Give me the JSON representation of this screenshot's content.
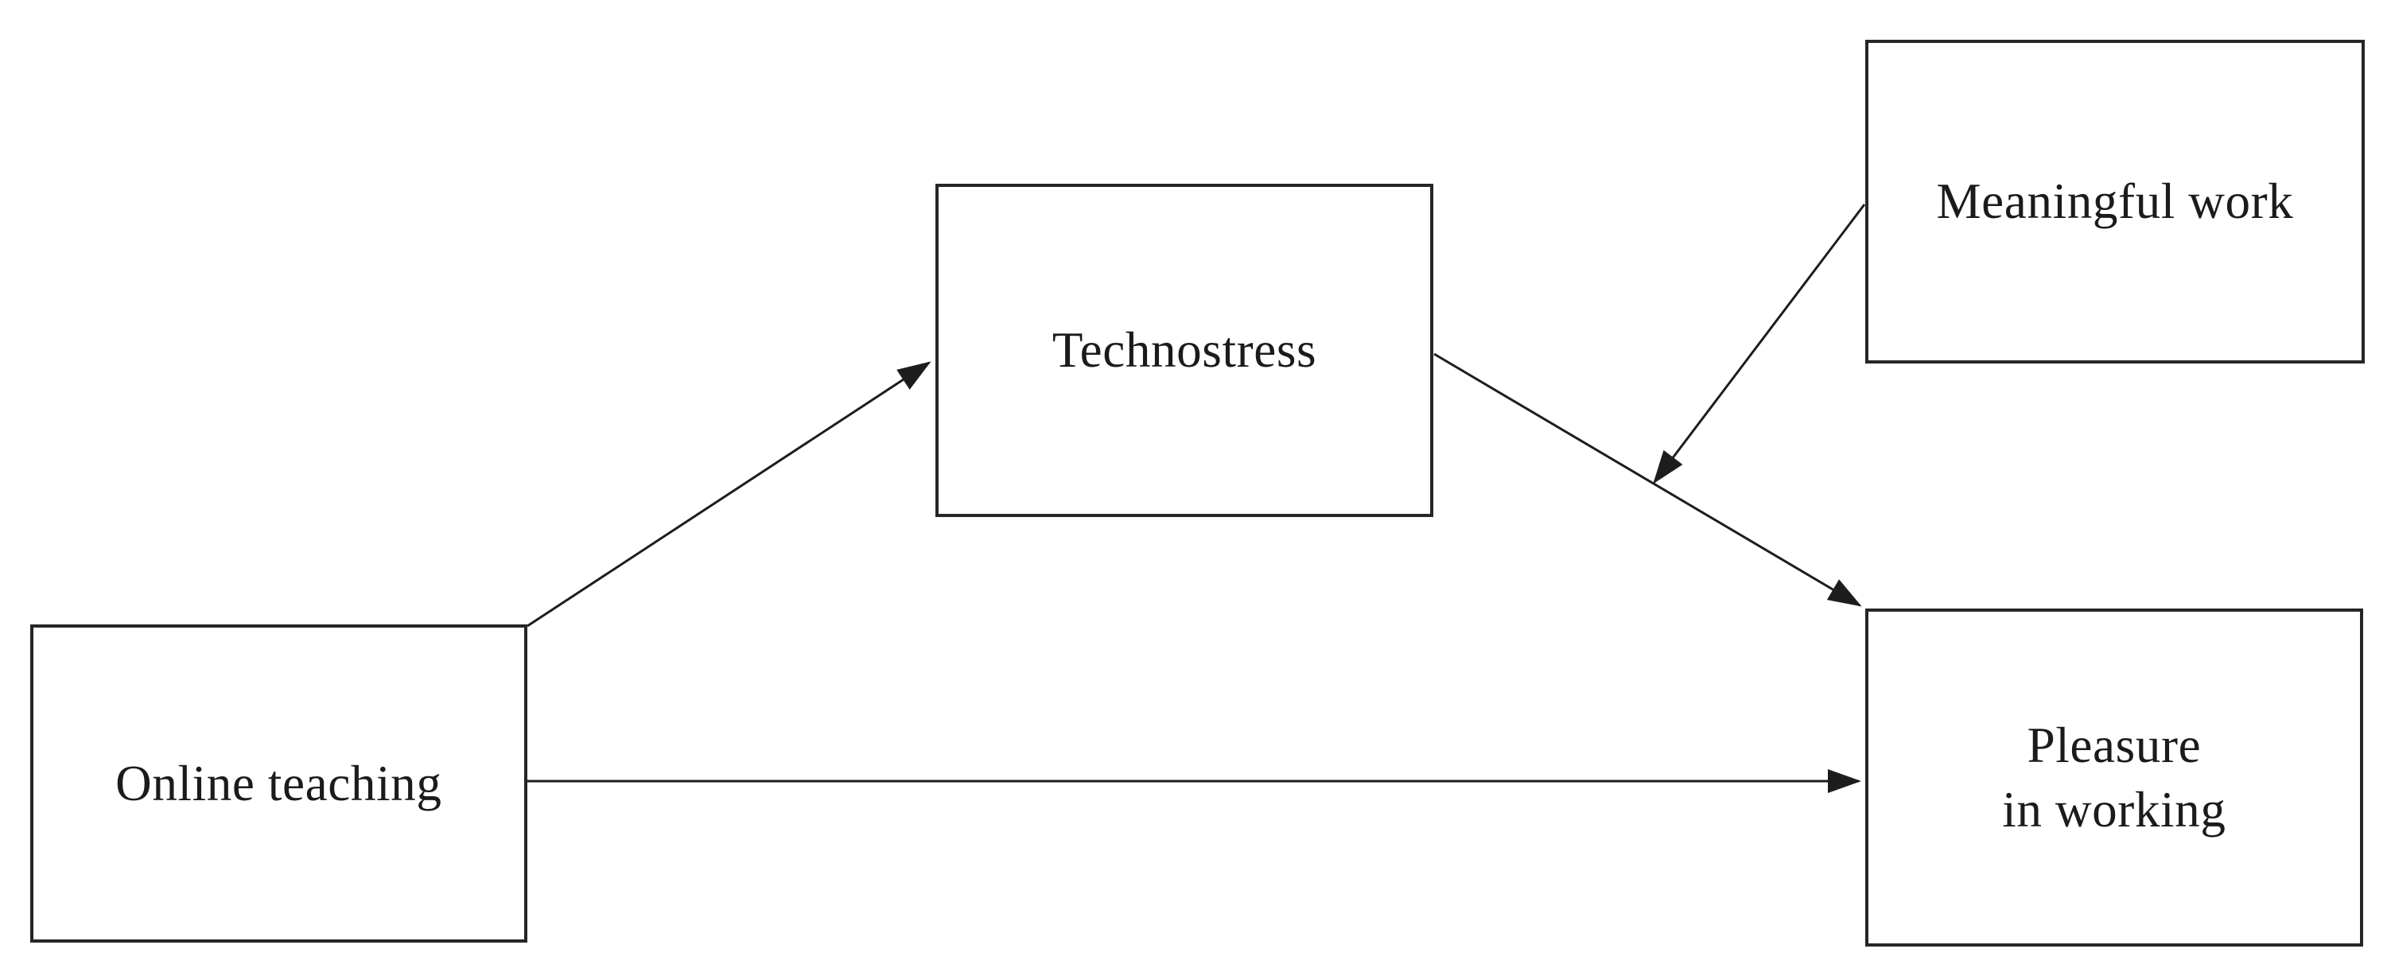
{
  "figure": {
    "type": "path-diagram",
    "background_color": "#ffffff",
    "line_color": "#1d1d1d",
    "text_color": "#1b1b1b",
    "nodes": [
      {
        "id": "online-teaching",
        "label": "Online teaching"
      },
      {
        "id": "technostress",
        "label": "Technostress"
      },
      {
        "id": "meaningful-work",
        "label": "Meaningful work"
      },
      {
        "id": "pleasure-in-working",
        "label": "Pleasure in working",
        "label_lines": [
          "Pleasure",
          "in working"
        ]
      }
    ],
    "edges": [
      {
        "from": "Online teaching",
        "to": "Technostress",
        "style": "solid-arrow",
        "role": "direct path"
      },
      {
        "from": "Technostress",
        "to": "Pleasure in working",
        "style": "solid-arrow",
        "role": "direct path"
      },
      {
        "from": "Online teaching",
        "to": "Pleasure in working",
        "style": "solid-arrow",
        "role": "direct path"
      },
      {
        "from": "Meaningful work",
        "to": "Technostress → Pleasure in working path",
        "style": "solid-arrow",
        "role": "moderation arrow pointing onto path"
      }
    ]
  }
}
